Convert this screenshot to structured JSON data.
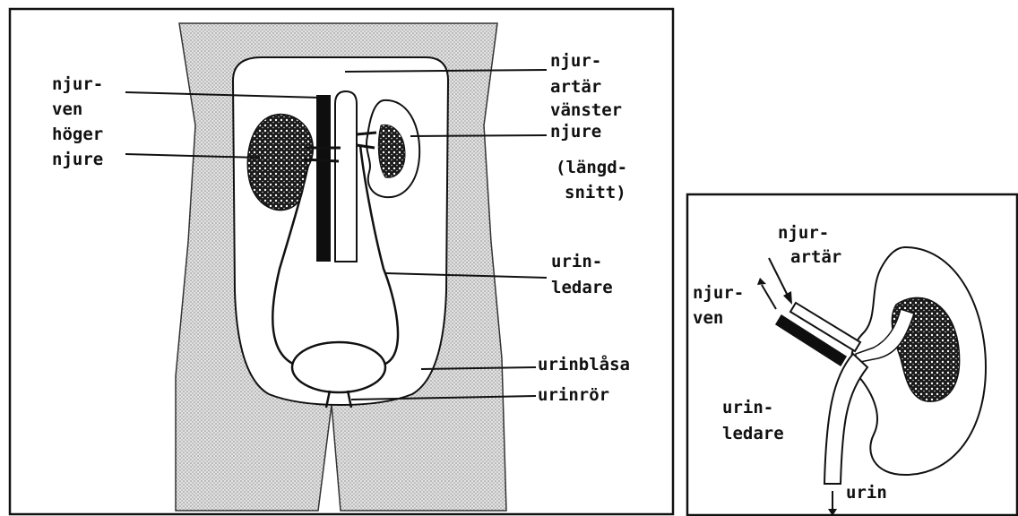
{
  "main_figure": {
    "labels": {
      "njurven_1": "njur-",
      "njurven_2": "ven",
      "hoger_1": "höger",
      "hoger_2": "njure",
      "njurartar_1": "njur-",
      "njurartar_2": "artär",
      "vanster_1": "vänster",
      "vanster_2": "njure",
      "langd_1": "(längd-",
      "langd_2": "snitt)",
      "urinledare_1": "urin-",
      "urinledare_2": "ledare",
      "urinblasa": "urinblåsa",
      "urinror": "urinrör"
    }
  },
  "detail_figure": {
    "labels": {
      "njurartar_1": "njur-",
      "njurartar_2": "artär",
      "njurven_1": "njur-",
      "njurven_2": "ven",
      "urinledare_1": "urin-",
      "urinledare_2": "ledare",
      "urin": "urin"
    }
  }
}
